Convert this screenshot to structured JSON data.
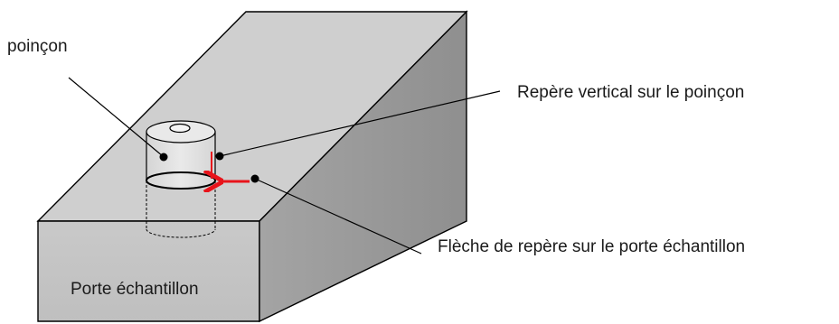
{
  "labels": {
    "punch": "poinçon",
    "vertical_mark": "Repère vertical sur le poinçon",
    "arrow_mark": "Flèche de repère sur le porte échantillon",
    "sample_holder": "Porte échantillon"
  },
  "colors": {
    "top_face": "#d0d0d0",
    "front_face": "#c8c8c8",
    "side_face": "#9a9a9a",
    "cylinder_body": "#e6e6e6",
    "edge": "#000000",
    "marker": "#e8141b"
  }
}
